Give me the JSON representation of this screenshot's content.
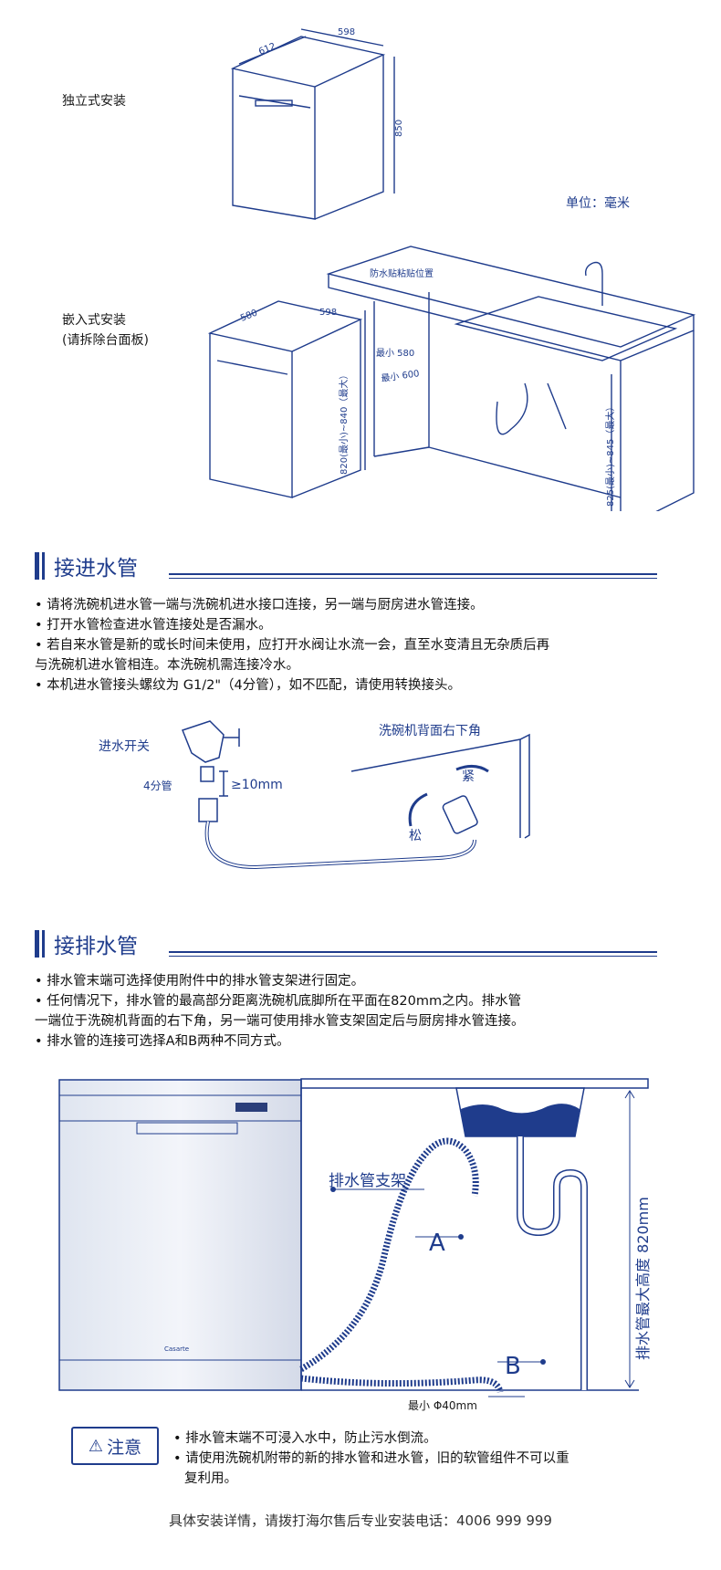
{
  "install": {
    "freestanding_label": "独立式安装",
    "builtin_label_1": "嵌入式安装",
    "builtin_label_2": "(请拆除台面板)",
    "unit_label": "单位：毫米",
    "dim_top_width": "598",
    "dim_top_depth": "612",
    "dim_top_height": "850",
    "dim_b_width": "598",
    "dim_b_depth": "580",
    "dim_b_height": "820(最小)~840（最大）",
    "dim_min580": "最小 580",
    "dim_min600": "最小 600",
    "dim_cab_height": "825(最小)~845（最大）",
    "waterproof_label": "防水贴粘贴位置"
  },
  "inlet": {
    "title": "接进水管",
    "bullets": [
      "• 请将洗碗机进水管一端与洗碗机进水接口连接，另一端与厨房进水管连接。",
      "• 打开水管检查进水管连接处是否漏水。",
      "• 若自来水管是新的或长时间未使用，应打开水阀让水流一会，直至水变清且无杂质后再",
      "与洗碗机进水管相连。本洗碗机需连接冷水。",
      "• 本机进水管接头螺纹为 G1/2\"（4分管），如不匹配，请使用转换接头。"
    ],
    "valve_label": "进水开关",
    "pipe_label": "4分管",
    "gap_label": "≥10mm",
    "back_label": "洗碗机背面右下角",
    "tight_label": "紧",
    "loose_label": "松"
  },
  "drain": {
    "title": "接排水管",
    "bullets": [
      "• 排水管末端可选择使用附件中的排水管支架进行固定。",
      "• 任何情况下，排水管的最高部分距离洗碗机底脚所在平面在820mm之内。排水管",
      "一端位于洗碗机背面的右下角，另一端可使用排水管支架固定后与厨房排水管连接。",
      "• 排水管的连接可选择A和B两种不同方式。"
    ],
    "bracket_label": "排水管支架",
    "a_label": "A",
    "b_label": "B",
    "height_label": "排水管最大高度 820mm",
    "min_diam_label": "最小 Φ40mm",
    "brand_label": "Casarte"
  },
  "notice": {
    "badge": "注意",
    "lines": [
      "• 排水管末端不可浸入水中，防止污水倒流。",
      "• 请使用洗碗机附带的新的排水管和进水管，旧的软管组件不可以重",
      "复利用。"
    ]
  },
  "footer": "具体安装详情，请拨打海尔售后专业安装电话：4006 999 999",
  "colors": {
    "accent": "#1f3c8c",
    "water": "#1f3c8c"
  },
  "icons": {
    "notice_icon": "warning-triangle-icon"
  }
}
